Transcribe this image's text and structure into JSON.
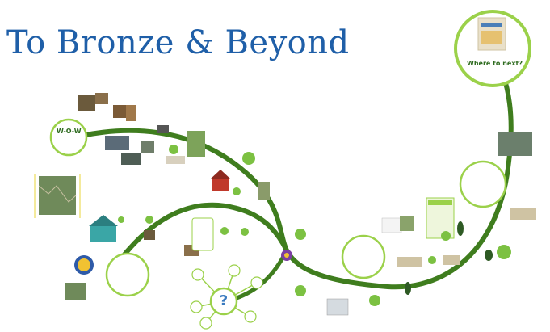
{
  "title": "To Bronze & Beyond",
  "labels": {
    "wow_heading": "W-O-W",
    "where_next": "Where to next?",
    "question_mark": "?"
  }
}
